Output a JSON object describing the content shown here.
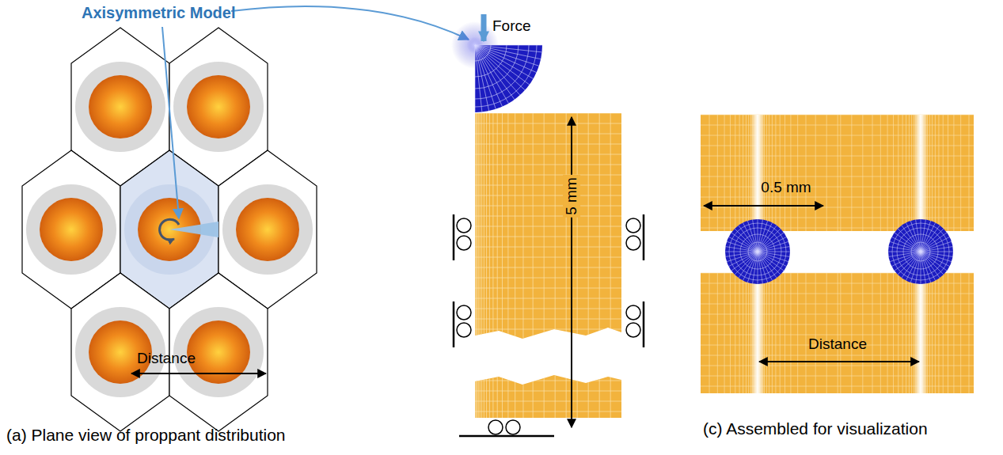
{
  "diagram": {
    "labels": [
      "Axisymmetric Model",
      "Distance",
      "(a) Plane view of proppant distribution",
      "Force",
      "5 mm",
      "0.5 mm",
      "Distance",
      "(c) Assembled for visualization"
    ]
  }
}
